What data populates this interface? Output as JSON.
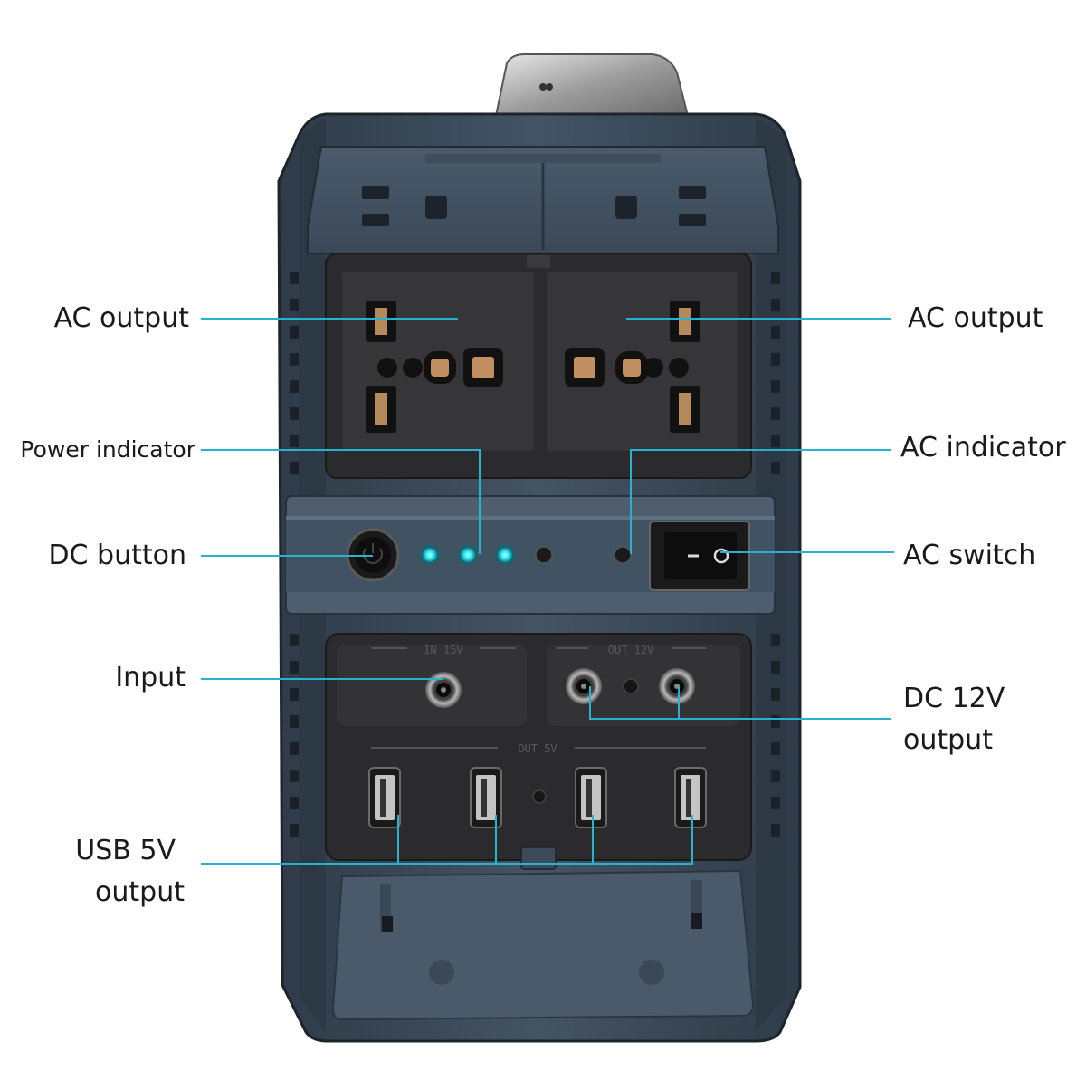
{
  "callouts": {
    "ac_output_left": "AC output",
    "ac_output_right": "AC output",
    "power_indicator": "Power indicator",
    "ac_indicator": "AC indicator",
    "dc_button": "DC button",
    "ac_switch": "AC switch",
    "input": "Input",
    "dc_12v_output": [
      "DC 12V",
      "output"
    ],
    "usb_5v_output": [
      "USB 5V",
      "output"
    ]
  },
  "device_markings": {
    "input_port": "IN 15V",
    "dc_out_group": "OUT 12V",
    "usb_group": "OUT 5V"
  },
  "indicators": {
    "power_leds_lit": 3,
    "power_leds_total": 4
  },
  "colors": {
    "leader_line": "#27b3cf",
    "led_on": "#2ee8ee",
    "housing": "#3b4a5a",
    "panel": "#2e2e30"
  }
}
